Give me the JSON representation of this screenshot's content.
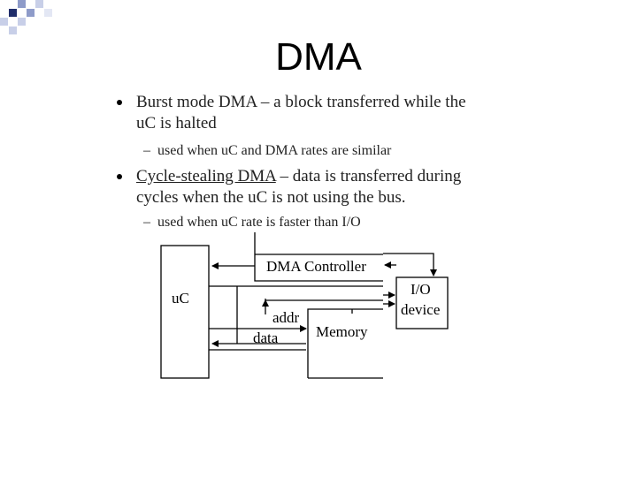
{
  "slide": {
    "title": "DMA",
    "bullets": [
      {
        "line1": "Burst mode DMA – a block transferred while the",
        "line2": "uC is halted",
        "sub": "used when uC and DMA rates are similar"
      },
      {
        "line1_link": "Cycle-stealing DMA",
        "line1_rest": " – data is transferred during",
        "line2": "cycles when the uC is not using the bus.",
        "sub": "used when uC rate is faster than I/O"
      }
    ],
    "sub_dash": "–"
  },
  "diagram": {
    "uc_label": "uC",
    "dma_label": "DMA Controller",
    "io_line1": "I/O",
    "io_line2": "device",
    "memory_label": "Memory",
    "addr_label": "addr",
    "data_label": "data"
  },
  "colors": {
    "deco_dark": "#1f2d6b",
    "deco_mid": "#8e9bc9",
    "deco_light": "#c8cfe8"
  }
}
